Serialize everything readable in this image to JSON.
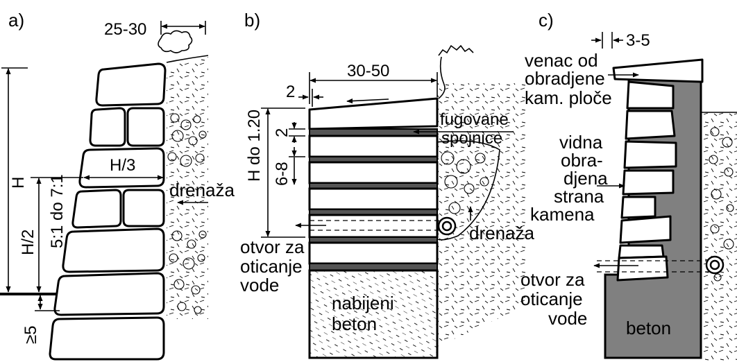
{
  "panels": {
    "a": {
      "label": "a)",
      "width_top": "25-30",
      "height": "H",
      "half_height": "H/2",
      "batter": "5:1 do 7:1",
      "stone_length": "H/3",
      "drainage": "drenaža",
      "embed": "≥5"
    },
    "b": {
      "label": "b)",
      "offset": "2",
      "width": "30-50",
      "height": "H do 1.20",
      "joint": "2",
      "course": "6-8",
      "joints_label_1": "fugovane",
      "joints_label_2": "spojnice",
      "drainage": "drenaža",
      "outlet_1": "otvor za",
      "outlet_2": "oticanje",
      "outlet_3": "vode",
      "concrete_1": "nabijeni",
      "concrete_2": "beton"
    },
    "c": {
      "label": "c)",
      "overhang": "3-5",
      "coping_1": "venac od",
      "coping_2": "obradjene",
      "coping_3": "kam. ploče",
      "face_1": "vidna",
      "face_2": "obra-",
      "face_3": "djena",
      "face_4": "strana",
      "face_5": "kamena",
      "outlet_1": "otvor za",
      "outlet_2": "oticanje",
      "outlet_3": "vode",
      "concrete": "beton"
    }
  }
}
